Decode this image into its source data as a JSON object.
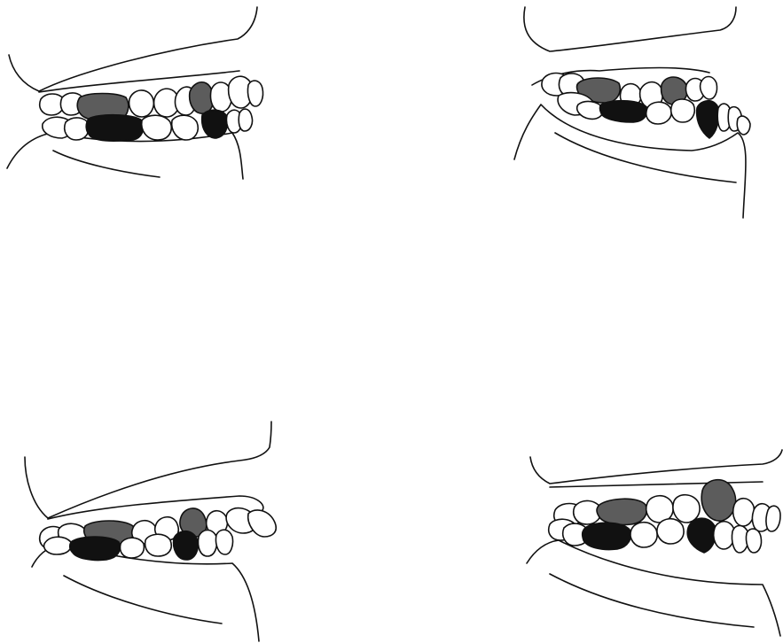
{
  "figure": {
    "panels": [
      {
        "id": "top-left"
      },
      {
        "id": "top-right"
      },
      {
        "id": "bottom-left"
      },
      {
        "id": "bottom-right"
      }
    ],
    "colors": {
      "background": "#ffffff",
      "outline": "#111111",
      "upper_marked": "#5c5c5c",
      "lower_marked": "#111111",
      "tooth": "#ffffff"
    }
  }
}
